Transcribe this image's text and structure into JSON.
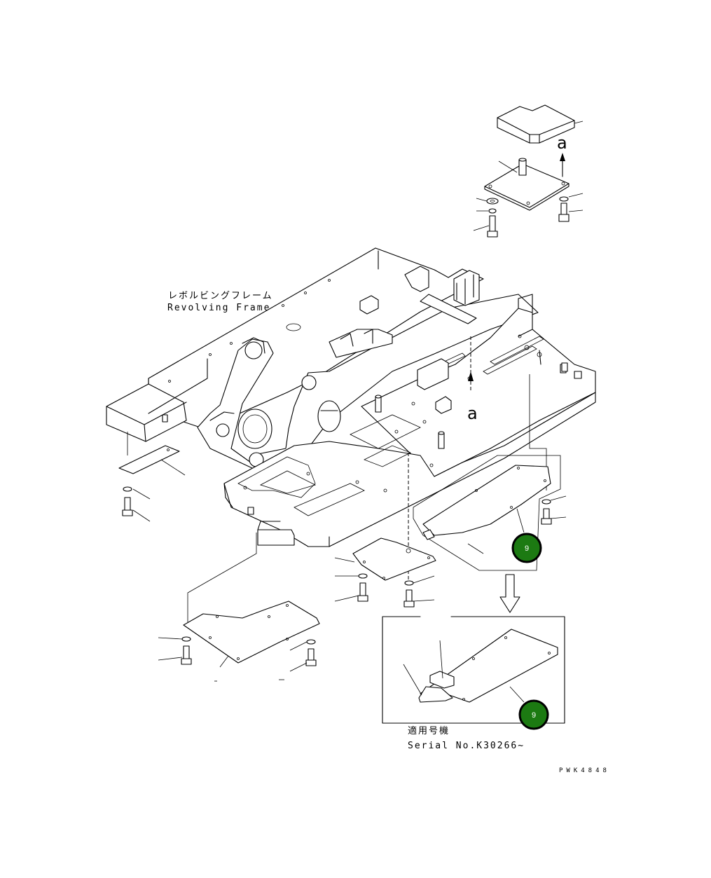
{
  "frame_label": {
    "jp": "レボルビングフレーム",
    "en": "Revolving Frame"
  },
  "view_arrow_letter": "a",
  "serial": {
    "jp": "適用号機",
    "en": "Serial No.K30266~"
  },
  "drawing_code": "PWK4848",
  "callouts": [
    {
      "label": "9"
    },
    {
      "label": "9"
    }
  ],
  "colors": {
    "callout_fill": "#1c7a12",
    "callout_ring": "#000000",
    "line": "#000000",
    "background": "#ffffff"
  }
}
